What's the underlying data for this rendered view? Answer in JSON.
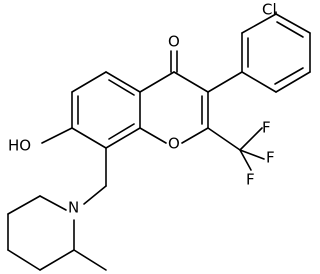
{
  "molecule": {
    "atom_labels": {
      "carbonyl_oxygen": "O",
      "chlorine": "Cl",
      "hydroxyl": "HO",
      "ring_oxygen": "O",
      "fluorine_1": "F",
      "fluorine_2": "F",
      "fluorine_3": "F",
      "nitrogen": "N"
    }
  }
}
